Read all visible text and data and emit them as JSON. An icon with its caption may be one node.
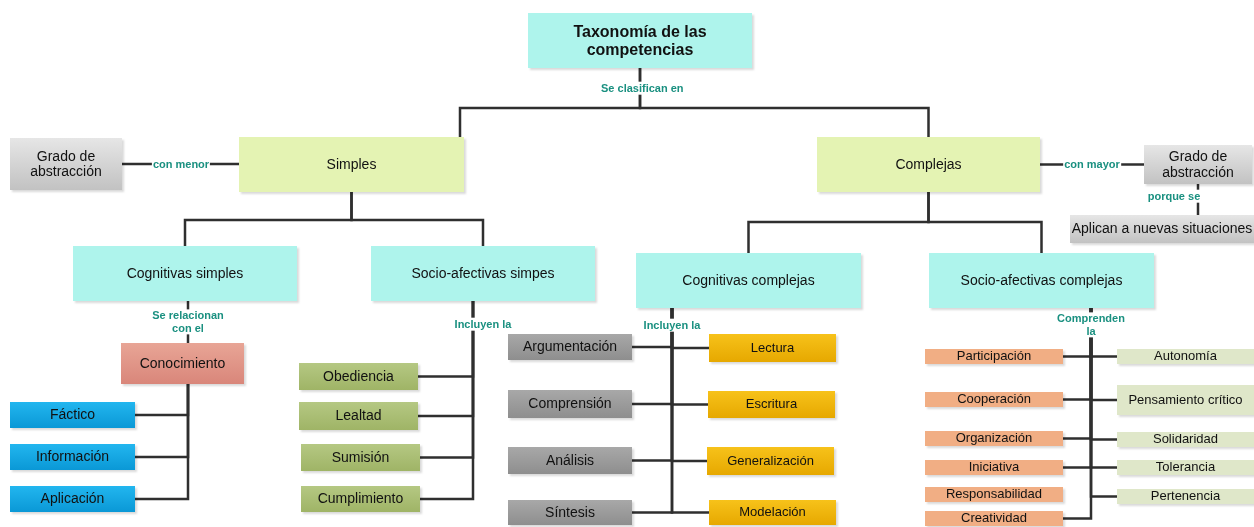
{
  "diagram": {
    "nodes": [
      {
        "text": [
          "Taxonomía de las competencias"
        ]
      },
      {
        "text": [
          "Grado de abstracción"
        ]
      },
      {
        "text": [
          "Simples"
        ]
      },
      {
        "text": [
          "Complejas"
        ]
      },
      {
        "text": [
          "Grado de abstracción"
        ]
      },
      {
        "text": [
          "Aplican a nuevas situaciones"
        ]
      },
      {
        "text": [
          "Cognitivas simples"
        ]
      },
      {
        "text": [
          "Socio-afectivas simpes"
        ]
      },
      {
        "text": [
          "Cognitivas complejas"
        ]
      },
      {
        "text": [
          "Socio-afectivas complejas"
        ]
      },
      {
        "text": [
          "Conocimiento"
        ]
      },
      {
        "text": [
          "Fáctico"
        ]
      },
      {
        "text": [
          "Información"
        ]
      },
      {
        "text": [
          "Aplicación"
        ]
      },
      {
        "text": [
          "Obediencia"
        ]
      },
      {
        "text": [
          "Lealtad"
        ]
      },
      {
        "text": [
          "Sumisión"
        ]
      },
      {
        "text": [
          "Cumplimiento"
        ]
      },
      {
        "text": [
          "Argumentación"
        ]
      },
      {
        "text": [
          "Lectura"
        ]
      },
      {
        "text": [
          "Comprensión"
        ]
      },
      {
        "text": [
          "Escritura"
        ]
      },
      {
        "text": [
          "Análisis"
        ]
      },
      {
        "text": [
          "Generalización"
        ]
      },
      {
        "text": [
          "Síntesis"
        ]
      },
      {
        "text": [
          "Modelación"
        ]
      },
      {
        "text": [
          "Participación"
        ]
      },
      {
        "text": [
          "Autonomía"
        ]
      },
      {
        "text": [
          "Cooperación"
        ]
      },
      {
        "text": [
          "Pensamiento crítico"
        ]
      },
      {
        "text": [
          "Organización"
        ]
      },
      {
        "text": [
          "Solidaridad"
        ]
      },
      {
        "text": [
          "Iniciativa"
        ]
      },
      {
        "text": [
          "Tolerancia"
        ]
      },
      {
        "text": [
          "Responsabilidad"
        ]
      },
      {
        "text": [
          "Pertenencia"
        ]
      },
      {
        "text": [
          "Creatividad"
        ]
      }
    ],
    "edges": [
      {
        "from": 0,
        "to": 2,
        "arrow": "none",
        "label": "Se clasifican en"
      },
      {
        "from": 0,
        "to": 3,
        "arrow": "none"
      },
      {
        "from": 2,
        "to": 1,
        "arrow": "none",
        "label": "con menor"
      },
      {
        "from": 3,
        "to": 4,
        "arrow": "none",
        "label": "con mayor"
      },
      {
        "from": 4,
        "to": 5,
        "arrow": "none",
        "label": "porque se"
      },
      {
        "from": 2,
        "to": 6,
        "arrow": "none"
      },
      {
        "from": 2,
        "to": 7,
        "arrow": "none"
      },
      {
        "from": 3,
        "to": 8,
        "arrow": "none"
      },
      {
        "from": 3,
        "to": 9,
        "arrow": "none"
      },
      {
        "from": 6,
        "to": 10,
        "arrow": "none",
        "label": "Se relacionan con el"
      },
      {
        "from": 10,
        "to": 11,
        "arrow": "none"
      },
      {
        "from": 10,
        "to": 12,
        "arrow": "none"
      },
      {
        "from": 10,
        "to": 13,
        "arrow": "none"
      },
      {
        "from": 7,
        "to": 14,
        "arrow": "none",
        "label": "Incluyen la"
      },
      {
        "from": 7,
        "to": 15,
        "arrow": "none"
      },
      {
        "from": 7,
        "to": 16,
        "arrow": "none"
      },
      {
        "from": 7,
        "to": 17,
        "arrow": "none"
      },
      {
        "from": 8,
        "to": 18,
        "arrow": "none",
        "label": "Incluyen la"
      },
      {
        "from": 8,
        "to": 19,
        "arrow": "none"
      },
      {
        "from": 8,
        "to": 20,
        "arrow": "none"
      },
      {
        "from": 8,
        "to": 21,
        "arrow": "none"
      },
      {
        "from": 8,
        "to": 22,
        "arrow": "none"
      },
      {
        "from": 8,
        "to": 23,
        "arrow": "none"
      },
      {
        "from": 8,
        "to": 24,
        "arrow": "none"
      },
      {
        "from": 8,
        "to": 25,
        "arrow": "none"
      },
      {
        "from": 9,
        "to": 26,
        "arrow": "none",
        "label": "Comprenden la"
      },
      {
        "from": 9,
        "to": 27,
        "arrow": "none"
      },
      {
        "from": 9,
        "to": 28,
        "arrow": "none"
      },
      {
        "from": 9,
        "to": 29,
        "arrow": "none"
      },
      {
        "from": 9,
        "to": 30,
        "arrow": "none"
      },
      {
        "from": 9,
        "to": 31,
        "arrow": "none"
      },
      {
        "from": 9,
        "to": 32,
        "arrow": "none"
      },
      {
        "from": 9,
        "to": 33,
        "arrow": "none"
      },
      {
        "from": 9,
        "to": 35,
        "arrow": "none"
      },
      {
        "from": 9,
        "to": 36,
        "arrow": "none"
      }
    ]
  }
}
